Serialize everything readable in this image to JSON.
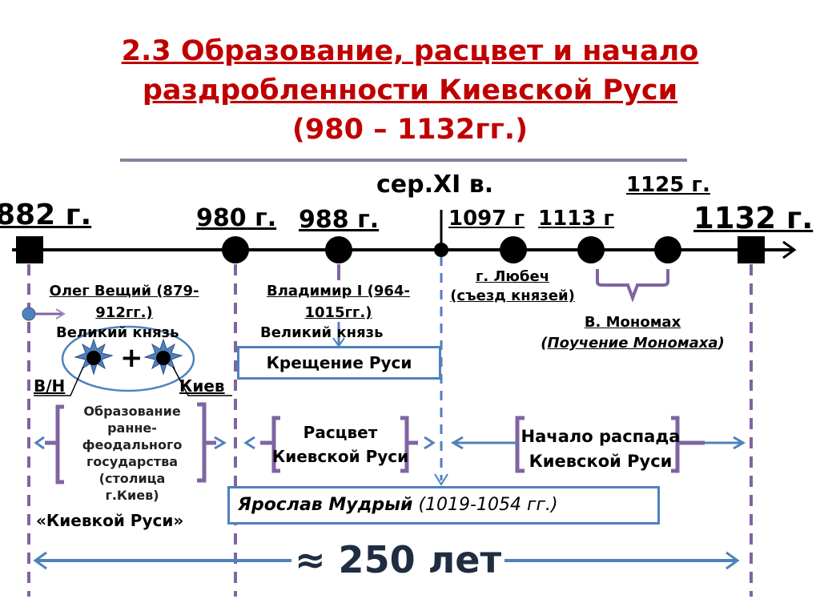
{
  "title": {
    "line1": "2.3 Образование, расцвет и начало",
    "line2": "раздробленности Киевской Руси",
    "line3": "(980 – 1132гг.)"
  },
  "colors": {
    "title": "#c00000",
    "purple": "#8064a2",
    "blue": "#4f81bd"
  },
  "timeline": {
    "mid_label": "сер.XI в.",
    "dates": [
      "882 г.",
      "980 г.",
      "988 г.",
      "1097 г",
      "1113 г",
      "1125 г.",
      "1132 г."
    ]
  },
  "events": {
    "oleg": {
      "name_line1": "Олег Вещий (879-",
      "name_line2": "912гг.)",
      "title": "Великий князь",
      "left": "В/Н",
      "plus": "+",
      "right": "Киев"
    },
    "vladimir": {
      "name_line1": "Владимир I (964-",
      "name_line2": "1015гг.)",
      "title": "Великий князь",
      "box": "Крещение Руси"
    },
    "lubech": {
      "line1": "г. Любеч",
      "line2": "(съезд князей)"
    },
    "monomakh": {
      "line1": "В. Мономах",
      "line2_open": "(",
      "line2": "Поучение Мономаха",
      "line2_close": ")"
    },
    "yaroslav": {
      "name": "Ярослав Мудрый",
      "years": " (1019-1054 гг.)"
    }
  },
  "periods": {
    "p1": {
      "lines": [
        "Образование",
        "ранне-",
        "феодального",
        "государства",
        "(столица",
        "г.Киев)"
      ],
      "caption": "«Киевкой Руси»"
    },
    "p2": {
      "line1": "Расцвет",
      "line2": "Киевской Руси"
    },
    "p3": {
      "line1": "Начало распада",
      "line2": "Киевской Руси"
    }
  },
  "span": "≈ 250 лет"
}
